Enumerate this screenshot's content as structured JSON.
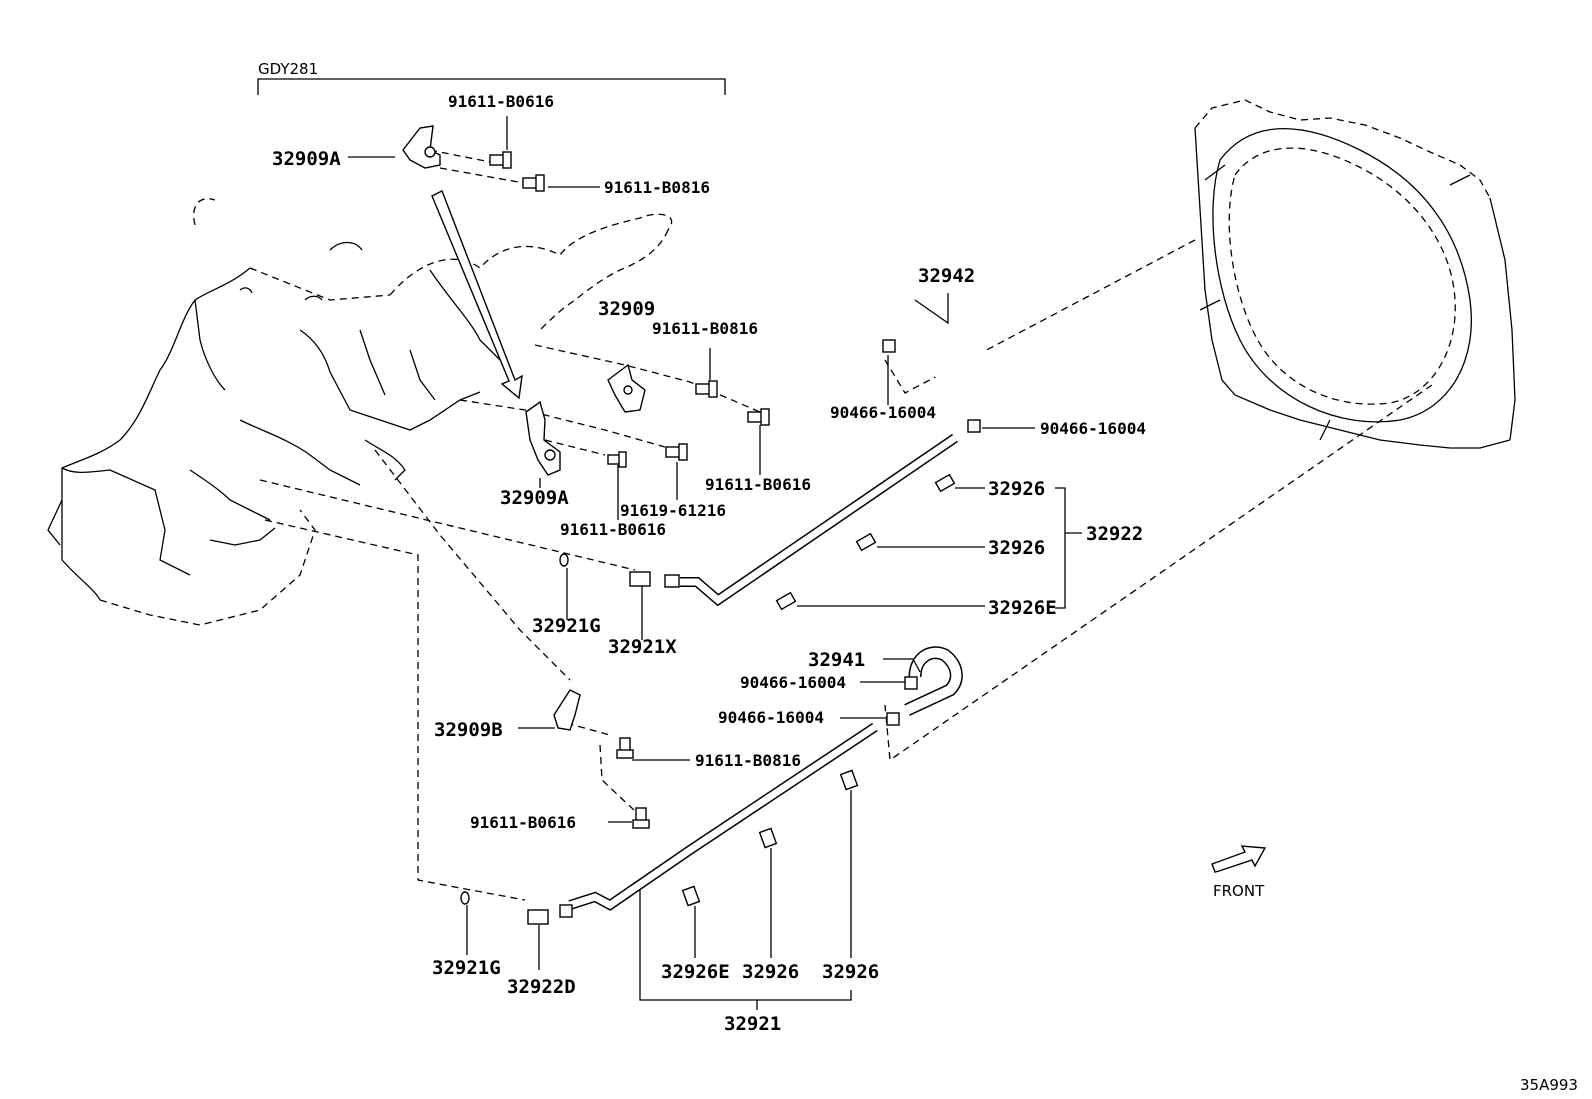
{
  "variant_label": "GDY281",
  "diagram_code": "35A993",
  "front_label": "FRONT",
  "labels": {
    "bolt_91611_B0616_top": "91611-B0616",
    "bracket_32909A_top": "32909A",
    "bolt_91611_B0816_top": "91611-B0816",
    "hose_32942": "32942",
    "bracket_32909": "32909",
    "bolt_91611_B0816_mid": "91611-B0816",
    "clamp_90466_16004_a": "90466-16004",
    "clamp_90466_16004_b": "90466-16004",
    "bolt_91611_B0616_right": "91611-B0616",
    "bracket_32909A_mid": "32909A",
    "bolt_91619_61216": "91619-61216",
    "bolt_91611_B0616_mid": "91611-B0616",
    "sleeve_32926_a": "32926",
    "sleeve_32926_b": "32926",
    "sleeve_32926E_upper": "32926E",
    "tube_32922": "32922",
    "gasket_32921G_upper": "32921G",
    "union_32921X": "32921X",
    "hose_32941": "32941",
    "clamp_90466_16004_c": "90466-16004",
    "clamp_90466_16004_d": "90466-16004",
    "bracket_32909B": "32909B",
    "bolt_91611_B0816_low": "91611-B0816",
    "bolt_91611_B0616_low": "91611-B0616",
    "gasket_32921G_lower": "32921G",
    "union_32922D": "32922D",
    "sleeve_32926E_lower": "32926E",
    "sleeve_32926_c": "32926",
    "sleeve_32926_d": "32926",
    "tube_32921": "32921"
  }
}
